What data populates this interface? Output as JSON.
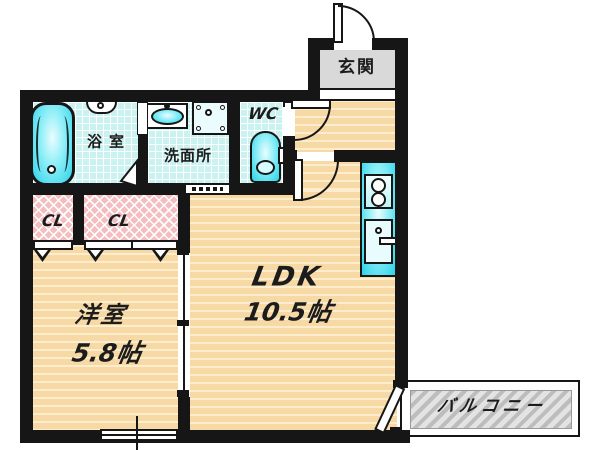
{
  "title": "1LDK apartment floor plan",
  "rooms": {
    "genkan": {
      "label": "玄関"
    },
    "bathroom": {
      "label": "浴室"
    },
    "washroom": {
      "label": "洗面所"
    },
    "wc": {
      "label": "WC"
    },
    "closet_left": {
      "label": "CL"
    },
    "closet_right": {
      "label": "CL"
    },
    "western_room": {
      "label": "洋室",
      "size": "5.8帖"
    },
    "ldk": {
      "label": "LDK",
      "size": "10.5帖"
    },
    "balcony": {
      "label": "バルコニー"
    }
  },
  "fixtures": [
    "bathtub",
    "bathroom-counter",
    "vanity-sink",
    "washing-machine-pan",
    "toilet",
    "kitchen-counter",
    "stove-burners",
    "kitchen-sink",
    "entrance-door",
    "wc-door",
    "hall-door",
    "bathroom-folding-door",
    "sliding-door",
    "closet-folding-doors",
    "window",
    "balcony-door"
  ],
  "colors": {
    "wall": "#161616",
    "wood": "#f6d9a4",
    "wood_stripe": "#fdedcd",
    "tile": "#c9f2f0",
    "tile_line": "#ffffff",
    "fixture_dark": "#29d3ea",
    "fixture_light": "#e9fdff",
    "closet": "#f4bdc0",
    "closet_line": "#ffffff",
    "genkan": "#d9d9d9",
    "balcony_stripe": "#bdbdbd",
    "balcony_bg": "#e3e3e3",
    "text": "#1c1c1c"
  }
}
